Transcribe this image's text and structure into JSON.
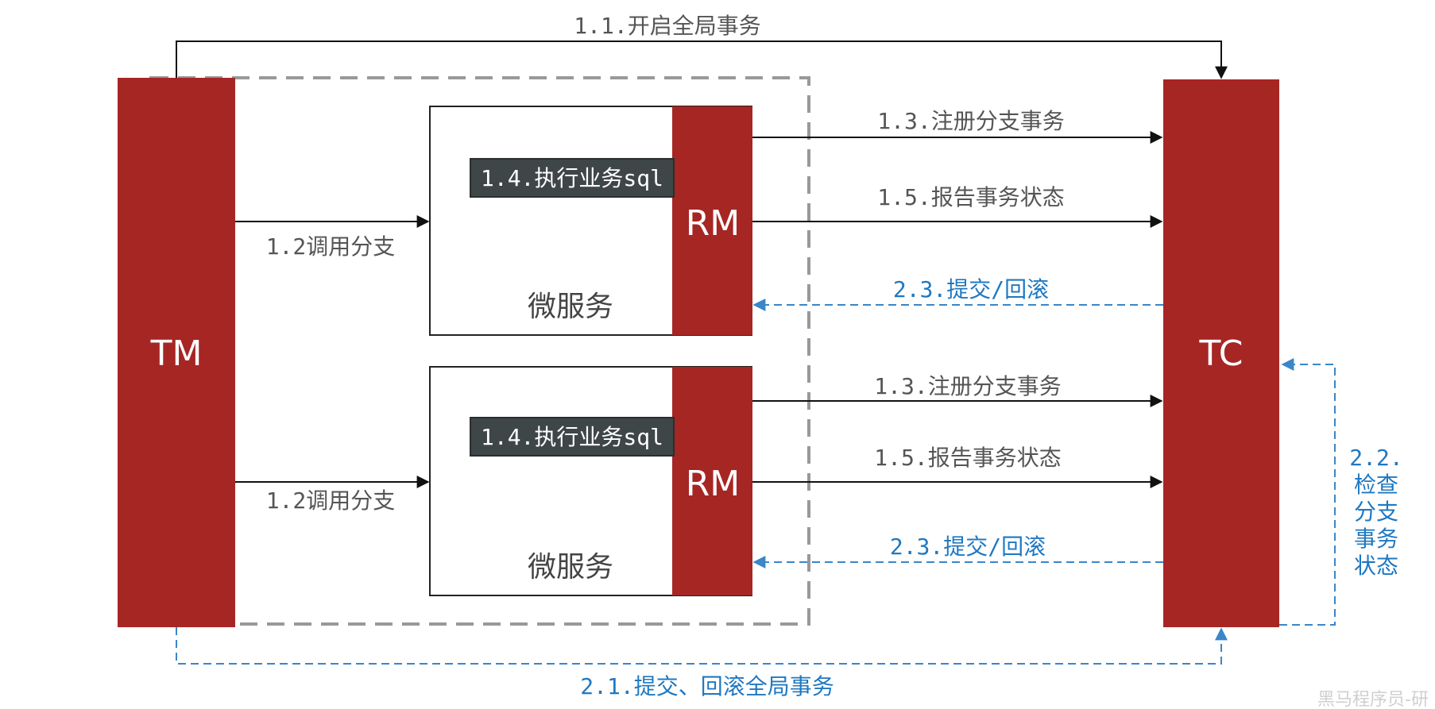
{
  "colors": {
    "box_red": "#a62624",
    "arrow_black": "#111111",
    "arrow_blue": "#3a86c8",
    "dashed_border": "#999999",
    "sql_bg": "#3f4647"
  },
  "nodes": {
    "tm": "TM",
    "tc": "TC",
    "rm_top": "RM",
    "rm_bottom": "RM",
    "service_top": "微服务",
    "service_bottom": "微服务",
    "sql_top": "1.4.执行业务sql",
    "sql_bottom": "1.4.执行业务sql"
  },
  "edges": {
    "begin_global": "1.1.开启全局事务",
    "call_branch_top": "1.2调用分支",
    "call_branch_bottom": "1.2调用分支",
    "register_branch_top": "1.3.注册分支事务",
    "register_branch_bottom": "1.3.注册分支事务",
    "report_status_top": "1.5.报告事务状态",
    "report_status_bottom": "1.5.报告事务状态",
    "commit_rollback_top": "2.3.提交/回滚",
    "commit_rollback_bottom": "2.3.提交/回滚",
    "global_commit_rollback": "2.1.提交、回滚全局事务",
    "check_branch": [
      "2.2.",
      "检查",
      "分支",
      "事务",
      "状态"
    ]
  },
  "watermark": "黑马程序员-研"
}
